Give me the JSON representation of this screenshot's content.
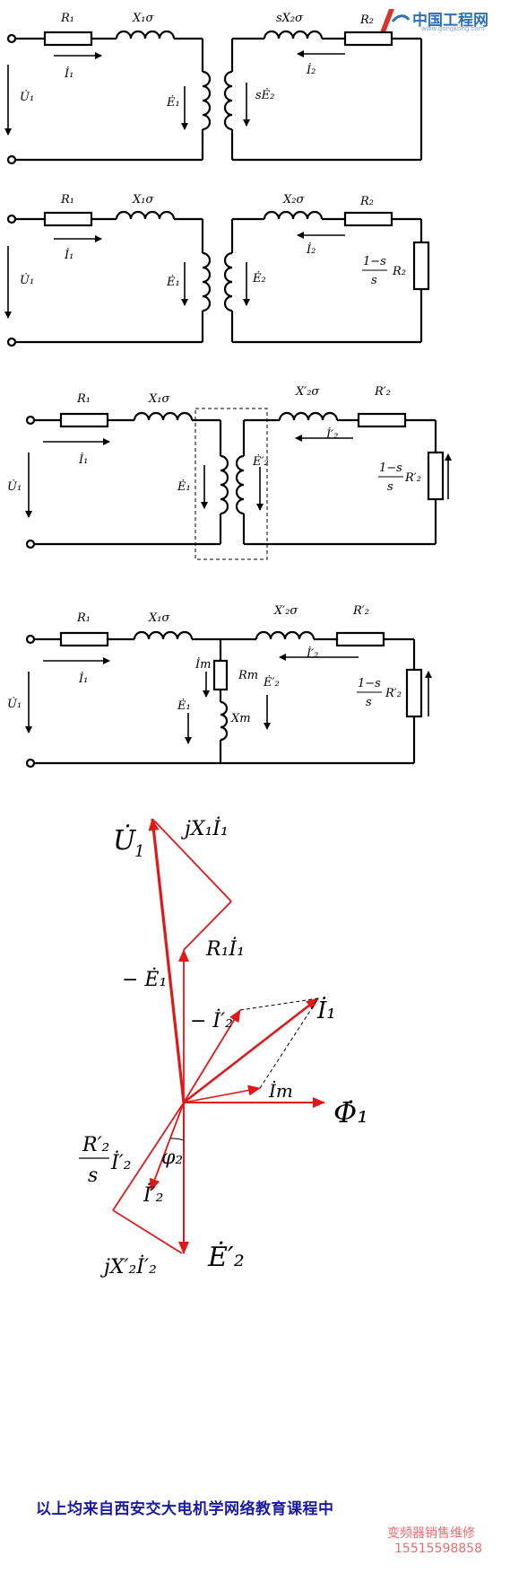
{
  "logo": {
    "text": "中国工程网",
    "sub": "www.gongkong.com",
    "colors": {
      "primary": "#2f6fb8",
      "accent": "#d9352b"
    }
  },
  "circuits": [
    {
      "labels": {
        "r1": "R₁",
        "x1": "X₁σ",
        "u1": "U̇₁",
        "i1": "İ₁",
        "e1": "Ė₁",
        "sx2": "sX₂σ",
        "r2": "R₂",
        "i2": "İ₂",
        "se2": "sĖ₂"
      }
    },
    {
      "labels": {
        "r1": "R₁",
        "x1": "X₁σ",
        "u1": "U̇₁",
        "i1": "İ₁",
        "e1": "Ė₁",
        "x2": "X₂σ",
        "r2": "R₂",
        "i2": "İ₂",
        "e2": "Ė₂",
        "load_num": "1−s",
        "load_den": "s",
        "load_r": "R₂"
      }
    },
    {
      "labels": {
        "r1": "R₁",
        "x1": "X₁σ",
        "u1": "U̇₁",
        "i1": "İ₁",
        "e1": "Ė₁",
        "x2": "X′₂σ",
        "r2": "R′₂",
        "i2": "İ′₂",
        "e2": "Ė′₂",
        "load_num": "1−s",
        "load_den": "s",
        "load_r": "R′₂"
      }
    },
    {
      "labels": {
        "r1": "R₁",
        "x1": "X₁σ",
        "u1": "U̇₁",
        "i1": "İ₁",
        "e1": "Ė₁",
        "im": "İm",
        "rm": "Rm",
        "xm": "Xm",
        "x2": "X′₂σ",
        "r2": "R′₂",
        "i2": "İ′₂",
        "e2": "Ė′₂",
        "load_num": "1−s",
        "load_den": "s",
        "load_r": "R′₂"
      }
    }
  ],
  "phasor": {
    "labels": {
      "u1": "U̇",
      "u1_sub": "1",
      "jx1i1": "jX₁İ₁",
      "r1i1": "R₁İ₁",
      "neg_e1": "− Ė₁",
      "neg_i2": "− İ′₂",
      "i1": "İ₁",
      "im": "İm",
      "phi1": "Φ̇₁",
      "r2s_num": "R′₂",
      "r2s_den": "s",
      "r2s_i": "İ′₂",
      "phi2": "φ₂",
      "i2": "İ′₂",
      "jx2i2": "jX′₂İ′₂",
      "e2": "Ė′₂"
    },
    "colors": {
      "vector": "#e01818",
      "text": "#000000"
    }
  },
  "caption": "以上均来自西安交大电机学网络教育课程中",
  "watermark": {
    "line1": "变频器销售维修",
    "line2": "15515598858"
  }
}
